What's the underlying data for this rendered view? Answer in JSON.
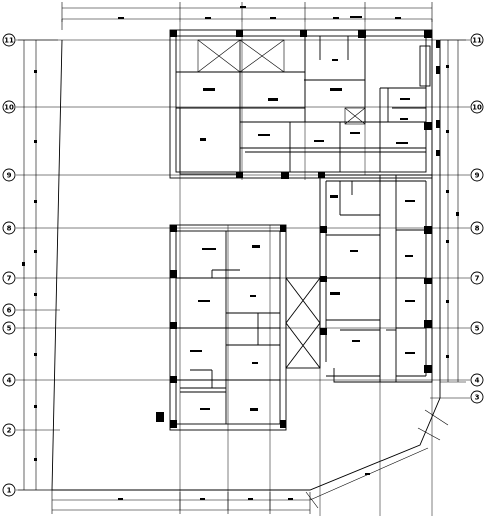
{
  "drawing": {
    "type": "architectural floor plan",
    "line_color": "#000000",
    "background": "#ffffff",
    "grid_lines_left": [
      "11",
      "10",
      "9",
      "8",
      "7",
      "6",
      "5",
      "4",
      "2",
      "1"
    ],
    "grid_lines_right": [
      "11",
      "10",
      "9",
      "8",
      "7",
      "5",
      "4",
      "3"
    ]
  }
}
